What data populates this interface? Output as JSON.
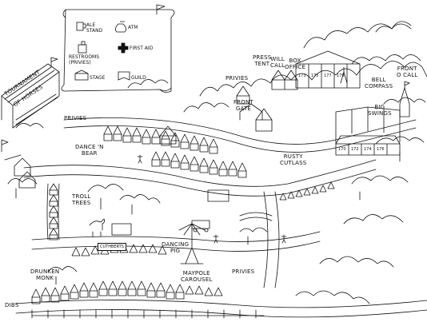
{
  "legend": {
    "items": [
      {
        "icon": "mug-icon",
        "label": "ALE\nSTAND"
      },
      {
        "icon": "moneybag-icon",
        "label": "ATM"
      },
      {
        "icon": "restroom-icon",
        "label": "RESTROOMS\n(PRIVIES)"
      },
      {
        "icon": "cross-icon",
        "label": "FIRST AID"
      },
      {
        "icon": "stage-icon",
        "label": "STAGE"
      },
      {
        "icon": "guild-banner-icon",
        "label": "GUILD"
      }
    ]
  },
  "labels": {
    "tournament": "TOURNAMENT",
    "of_horses": "OF HORSES",
    "privies_left": "PRIVIES",
    "privies_top": "PRIVIES",
    "privies_bottom": "PRIVIES",
    "dancing_bear": "DANCE 'N\nBEAR",
    "troll_trees": "TROLL\nTREES",
    "press_tent": "PRESS\nTENT",
    "will_call": "WILL\nCALL",
    "box_office": "BOX\nOFFICE",
    "front_gate": "FRONT\nGATE",
    "bell_compass": "BELL\nCOMPASS",
    "front_o_call": "FRONT\nO CALL",
    "big_swings": "BIG\nSWINGS",
    "rusty_cutlass": "RUSTY\nCUTLASS",
    "dancing_pig": "DANCING\nPIG",
    "maypole_carousel": "MAYPOLE\nCAROUSEL",
    "cuthberts": "CUTHBERTS",
    "drunken_monk": "DRUNKEN\nMONK",
    "dibs": "DIBS"
  },
  "booth_numbers": [
    "173",
    "175",
    "177",
    "179",
    "170",
    "172",
    "174",
    "176"
  ],
  "colors": {
    "ink": "#111111",
    "paper": "#ffffff"
  }
}
